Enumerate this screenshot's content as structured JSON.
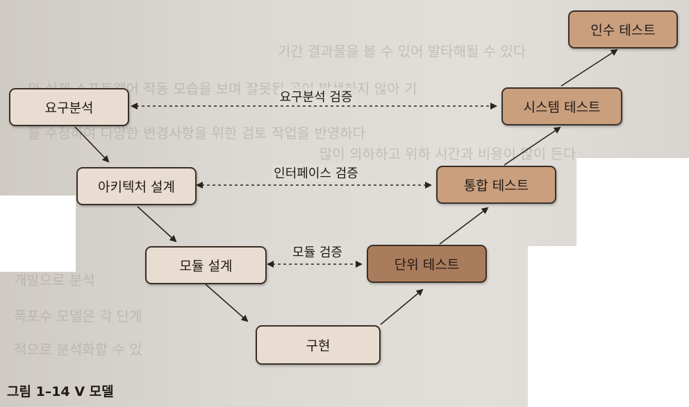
{
  "boxes": {
    "requirements": "요구분석",
    "architecture": "아키텍처 설계",
    "module_design": "모듈 설계",
    "implementation": "구현",
    "unit_test": "단위 테스트",
    "integration_test": "통합 테스트",
    "system_test": "시스템 테스트",
    "acceptance_test": "인수 테스트"
  },
  "verifications": {
    "requirements": "요구분석 검증",
    "interface": "인터페이스 검증",
    "module": "모듈 검증"
  },
  "caption": "그림 1–14  V 모델",
  "colors": {
    "light_box": "#e9dcd0",
    "mid_box": "#c99f7e",
    "dark_box": "#a97c5b",
    "border": "#3a2f27"
  }
}
